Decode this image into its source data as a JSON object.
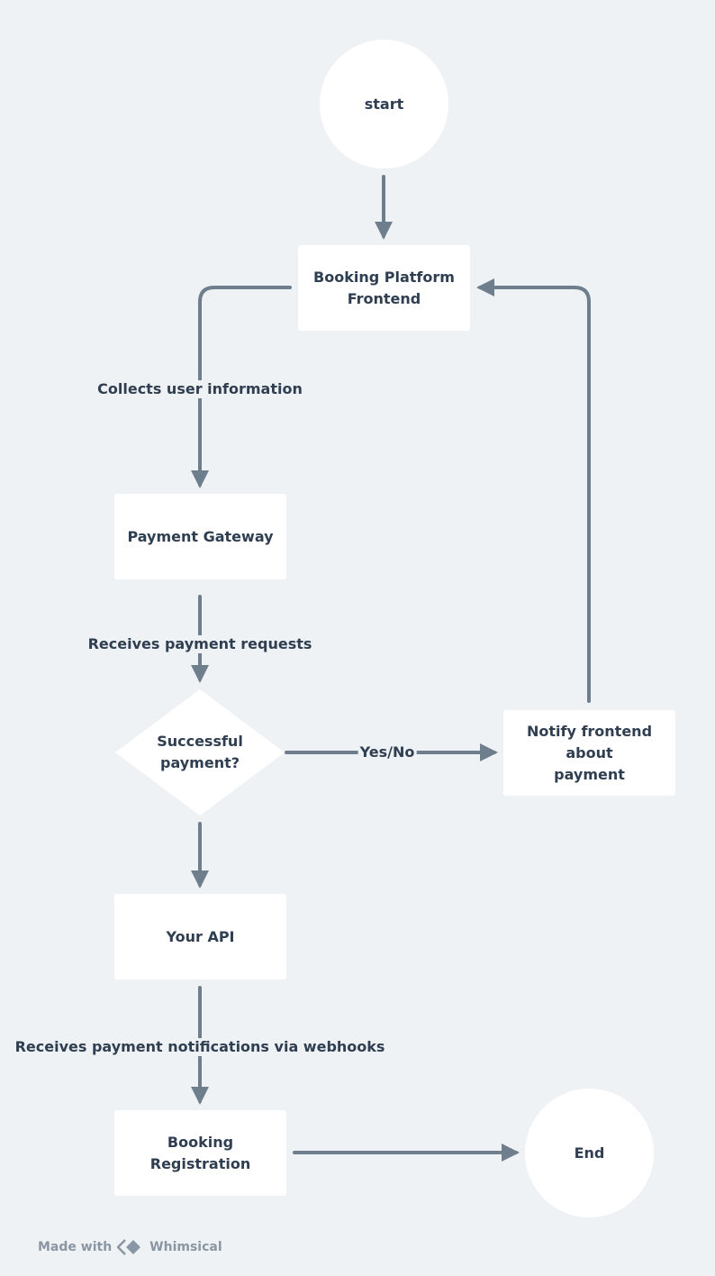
{
  "nodes": {
    "start": "start",
    "frontend": "Booking Platform\nFrontend",
    "gateway": "Payment Gateway",
    "decision": "Successful\npayment?",
    "notify": "Notify frontend about\npayment",
    "api": "Your API",
    "registration": "Booking Registration",
    "end": "End"
  },
  "edge_labels": {
    "collects": "Collects user information",
    "receives_requests": "Receives payment requests",
    "yes_no": "Yes/No",
    "webhooks": "Receives payment notifications via webhooks"
  },
  "footer": {
    "made_with": "Made with",
    "brand": "Whimsical"
  },
  "colors": {
    "background": "#eff2f5",
    "node_fill": "#ffffff",
    "edge": "#6f7e8c",
    "text": "#2f3e50",
    "footer_text": "#8a96a3"
  }
}
